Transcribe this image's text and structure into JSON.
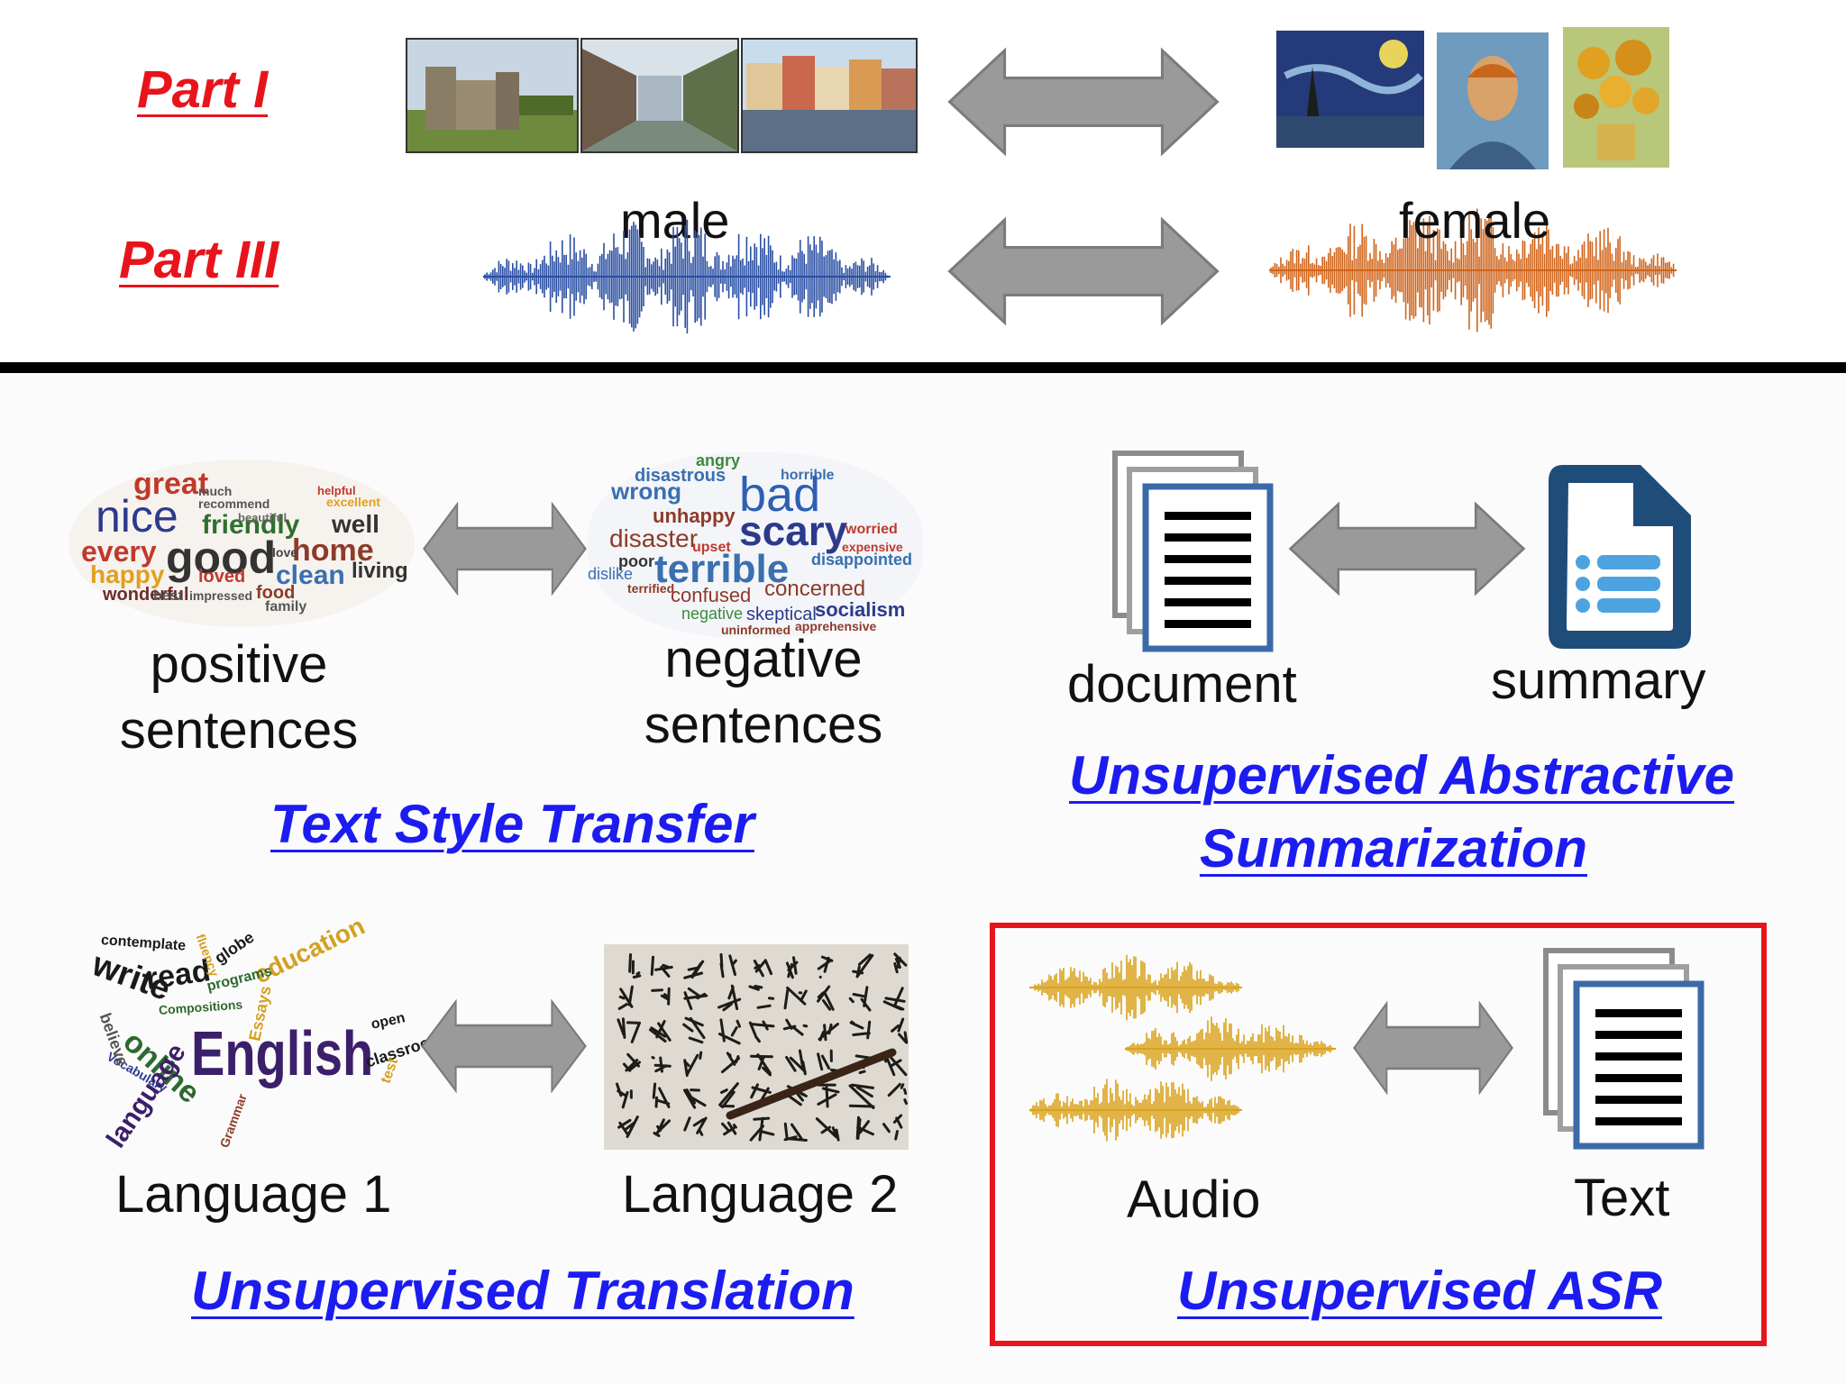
{
  "top": {
    "part1_label": "Part I",
    "part3_label": "Part III",
    "male_label": "male",
    "female_label": "female"
  },
  "style_transfer": {
    "positive_caption_line1": "positive",
    "positive_caption_line2": "sentences",
    "negative_caption_line1": "negative",
    "negative_caption_line2": "sentences",
    "task_title": "Text Style Transfer",
    "positive_words": [
      "great",
      "nice",
      "friendly",
      "every",
      "good",
      "home",
      "well",
      "happy",
      "clean",
      "living",
      "wonderful",
      "loved",
      "food",
      "family",
      "recommend",
      "beautiful",
      "excellent",
      "helpful",
      "much",
      "love",
      "best",
      "impressed"
    ],
    "negative_words": [
      "angry",
      "disastrous",
      "horrible",
      "wrong",
      "bad",
      "unhappy",
      "scary",
      "disaster",
      "worried",
      "poor",
      "upset",
      "terrible",
      "disappointed",
      "dislike",
      "expensive",
      "confused",
      "concerned",
      "terrified",
      "socialism",
      "negative",
      "skeptical",
      "uninformed",
      "apprehensive"
    ]
  },
  "summarization": {
    "document_label": "document",
    "summary_label": "summary",
    "task_title_line1": "Unsupervised Abstractive",
    "task_title_line2": "Summarization"
  },
  "translation": {
    "language1_label": "Language 1",
    "language2_label": "Language 2",
    "task_title": "Unsupervised Translation",
    "english_words": [
      "English",
      "write",
      "read",
      "online",
      "education",
      "language",
      "Vocabulary",
      "believe",
      "Compositions",
      "Essays",
      "classroom",
      "open",
      "globe",
      "contemplate",
      "fluency",
      "Grammar",
      "programs",
      "test"
    ]
  },
  "asr": {
    "audio_label": "Audio",
    "text_label": "Text",
    "task_title": "Unsupervised ASR"
  },
  "colors": {
    "part_red": "#e8141c",
    "task_blue": "#1c1cf0",
    "arrow_gray": "#9a9a9a",
    "male_wave": "#2a4fa3",
    "female_wave": "#d0651c",
    "audio_wave": "#d9a31c",
    "doc_blue": "#3b6aa8",
    "summary_navy": "#1f4d7a",
    "summary_light": "#4da3e0"
  }
}
